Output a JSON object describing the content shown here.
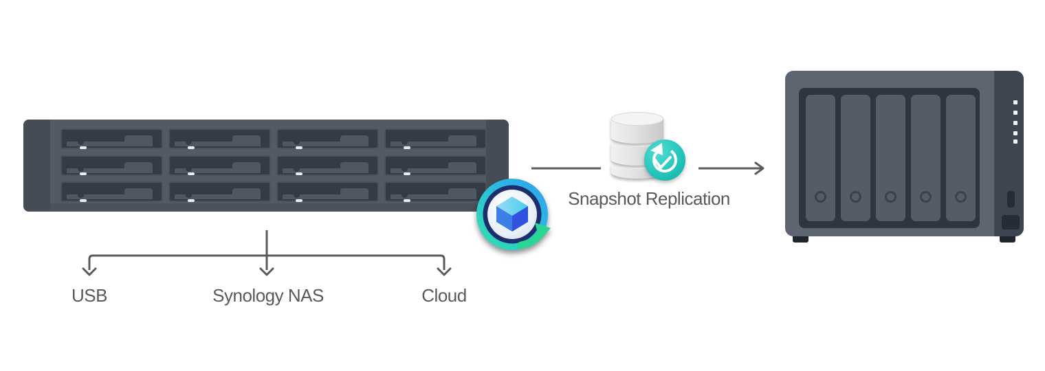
{
  "labels": {
    "snapshot_replication": "Snapshot Replication",
    "usb": "USB",
    "synology_nas": "Synology NAS",
    "cloud": "Cloud"
  },
  "devices": {
    "source": {
      "name": "rackmount-nas",
      "drive_bays": 12,
      "bay_layout": "4x3"
    },
    "destination": {
      "name": "desktop-nas",
      "drive_bays": 5,
      "status_leds": 5
    }
  },
  "flow": {
    "replication_path": [
      "rackmount-nas",
      "Snapshot Replication",
      "desktop-nas"
    ],
    "backup_targets": [
      "USB",
      "Synology NAS",
      "Cloud"
    ]
  },
  "icons": {
    "app": "snapshot-replication-app-icon",
    "database": "database-cylinder-icon",
    "badge": "clock-restore-badge-icon"
  },
  "colors": {
    "background": "#ffffff",
    "arrow_gray": "#595a5c",
    "text_gray": "#58595b",
    "rack_body": "#525a64",
    "rack_cap": "#454c56",
    "tray_dark": "#343b44",
    "tower_body": "#5d6570",
    "tower_panel": "#2e3540",
    "badge_teal": "#27c7bc",
    "icon_blue": "#2f9ff2",
    "icon_teal_green": "#2ee3a3",
    "arrow_green": "#2bd593",
    "cylinder_gray": "#d9d9d9"
  }
}
